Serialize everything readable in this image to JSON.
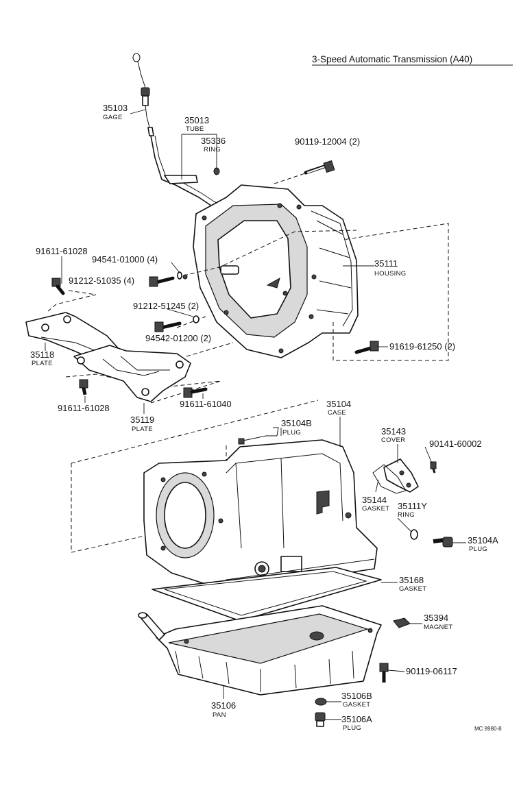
{
  "title": "3-Speed Automatic Transmission (A40)",
  "figure_code": "MC 8980-8",
  "labels": {
    "gage": {
      "number": "35103",
      "name": "GAGE"
    },
    "tube": {
      "number": "35013",
      "name": "TUBE"
    },
    "ring_tube": {
      "number": "35336",
      "name": "RING"
    },
    "bolt_top": {
      "number": "90119-12004 (2)"
    },
    "housing": {
      "number": "35111",
      "name": "HOUSING"
    },
    "bolt_l1": {
      "number": "91611-61028"
    },
    "washer_4": {
      "number": "94541-01000 (4)"
    },
    "bolt_4": {
      "number": "91212-51035 (4)"
    },
    "bolt_2": {
      "number": "91212-51245 (2)"
    },
    "washer_2": {
      "number": "94542-01200 (2)"
    },
    "plate_a": {
      "number": "35118",
      "name": "PLATE"
    },
    "bolt_r": {
      "number": "91619-61250 (2)"
    },
    "bolt_l2": {
      "number": "91611-61028"
    },
    "bolt_m": {
      "number": "91611-61040"
    },
    "plate_b": {
      "number": "35119",
      "name": "PLATE"
    },
    "case": {
      "number": "35104",
      "name": "CASE"
    },
    "plug_top": {
      "number": "35104B",
      "name": "PLUG"
    },
    "cover": {
      "number": "35143",
      "name": "COVER"
    },
    "screw": {
      "number": "90141-60002"
    },
    "gasket_c": {
      "number": "35144",
      "name": "GASKET"
    },
    "ring_c": {
      "number": "35111Y",
      "name": "RING"
    },
    "plug_side": {
      "number": "35104A",
      "name": "PLUG"
    },
    "gasket_p": {
      "number": "35168",
      "name": "GASKET"
    },
    "magnet": {
      "number": "35394",
      "name": "MAGNET"
    },
    "bolt_pan": {
      "number": "90119-06117"
    },
    "pan": {
      "number": "35106",
      "name": "PAN"
    },
    "gasket_d": {
      "number": "35106B",
      "name": "GASKET"
    },
    "plug_d": {
      "number": "35106A",
      "name": "PLUG"
    }
  }
}
